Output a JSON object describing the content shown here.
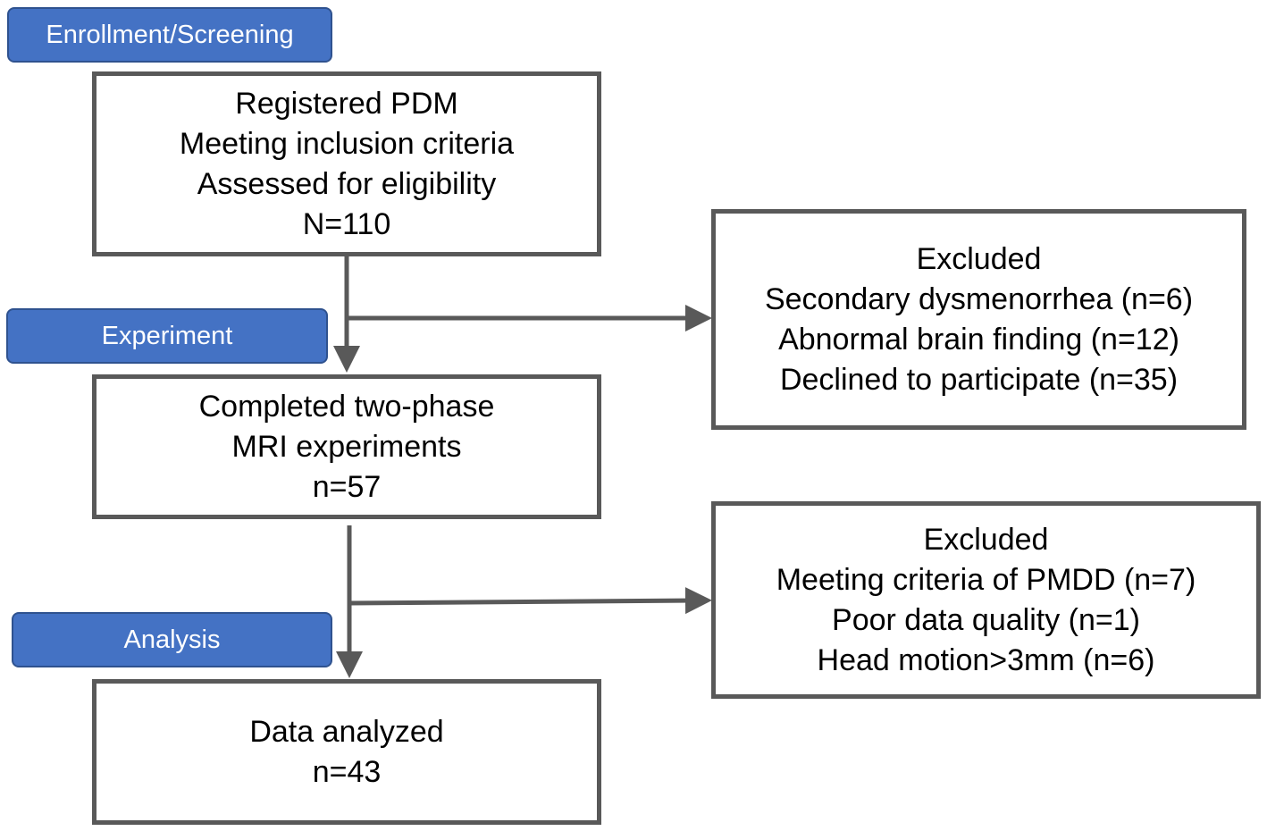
{
  "stages": {
    "enrollment": "Enrollment/Screening",
    "experiment": "Experiment",
    "analysis": "Analysis"
  },
  "boxes": {
    "registered": {
      "lines": [
        "Registered PDM",
        "Meeting inclusion criteria",
        "Assessed for eligibility",
        "N=110"
      ]
    },
    "excluded_first": {
      "lines": [
        "Excluded",
        "Secondary dysmenorrhea (n=6)",
        "Abnormal brain finding (n=12)",
        "Declined to participate (n=35)"
      ]
    },
    "completed": {
      "lines": [
        "Completed two-phase",
        "MRI experiments",
        "n=57"
      ]
    },
    "excluded_second": {
      "lines": [
        "Excluded",
        "Meeting criteria of PMDD (n=7)",
        "Poor data quality (n=1)",
        "Head motion>3mm (n=6)"
      ]
    },
    "analyzed": {
      "lines": [
        "Data analyzed",
        "n=43"
      ]
    }
  },
  "colors": {
    "stage_fill": "#4472c4",
    "stage_border": "#2f528f",
    "box_border": "#595959",
    "arrow": "#595959"
  }
}
